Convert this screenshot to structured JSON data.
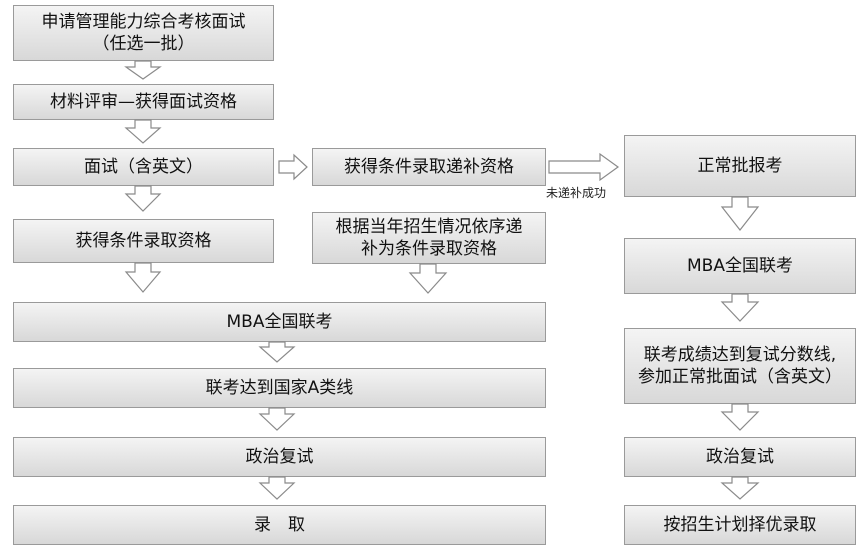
{
  "flow": {
    "apply": {
      "line1": "申请管理能力综合考核面试",
      "line2": "（任选一批）"
    },
    "material_review": "材料评审—获得面试资格",
    "interview": "面试（含英文）",
    "conditional_qualify": "获得条件录取资格",
    "supplement_qualify": "获得条件录取递补资格",
    "supplement_order": {
      "line1": "根据当年招生情况依序递",
      "line2": "补为条件录取资格"
    },
    "mba_exam_left": "MBA全国联考",
    "score_line_a": "联考达到国家A类线",
    "political_left": "政治复试",
    "admit": "录　取",
    "normal_batch": "正常批报考",
    "mba_exam_right": "MBA全国联考",
    "retest_line": {
      "line1": "联考成绩达到复试分数线,",
      "line2": "参加正常批面试（含英文）"
    },
    "political_right": "政治复试",
    "plan_admit": "按招生计划择优录取",
    "not_supplemented_note": "未递补成功"
  },
  "colors": {
    "box_border": "#9a9a9a",
    "arrow_fill": "#ffffff",
    "arrow_stroke": "#8a8a8a"
  }
}
